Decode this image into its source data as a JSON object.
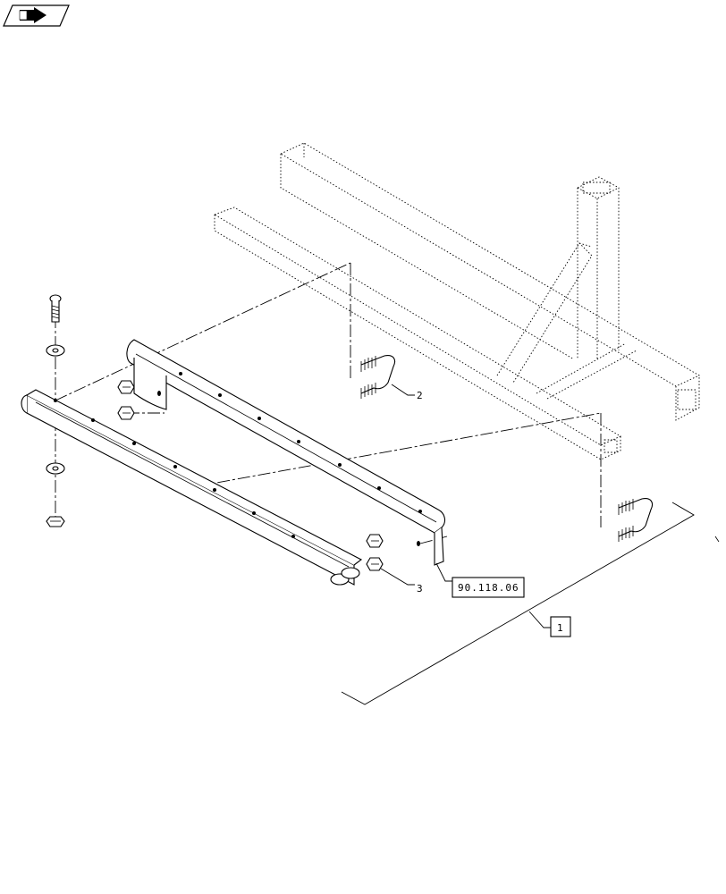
{
  "header_icon": {
    "name": "navigation-arrow-icon",
    "color": "#000000"
  },
  "callouts": {
    "item_2": "2",
    "item_3": "3",
    "reference": "90.118.06",
    "item_1": "1"
  }
}
